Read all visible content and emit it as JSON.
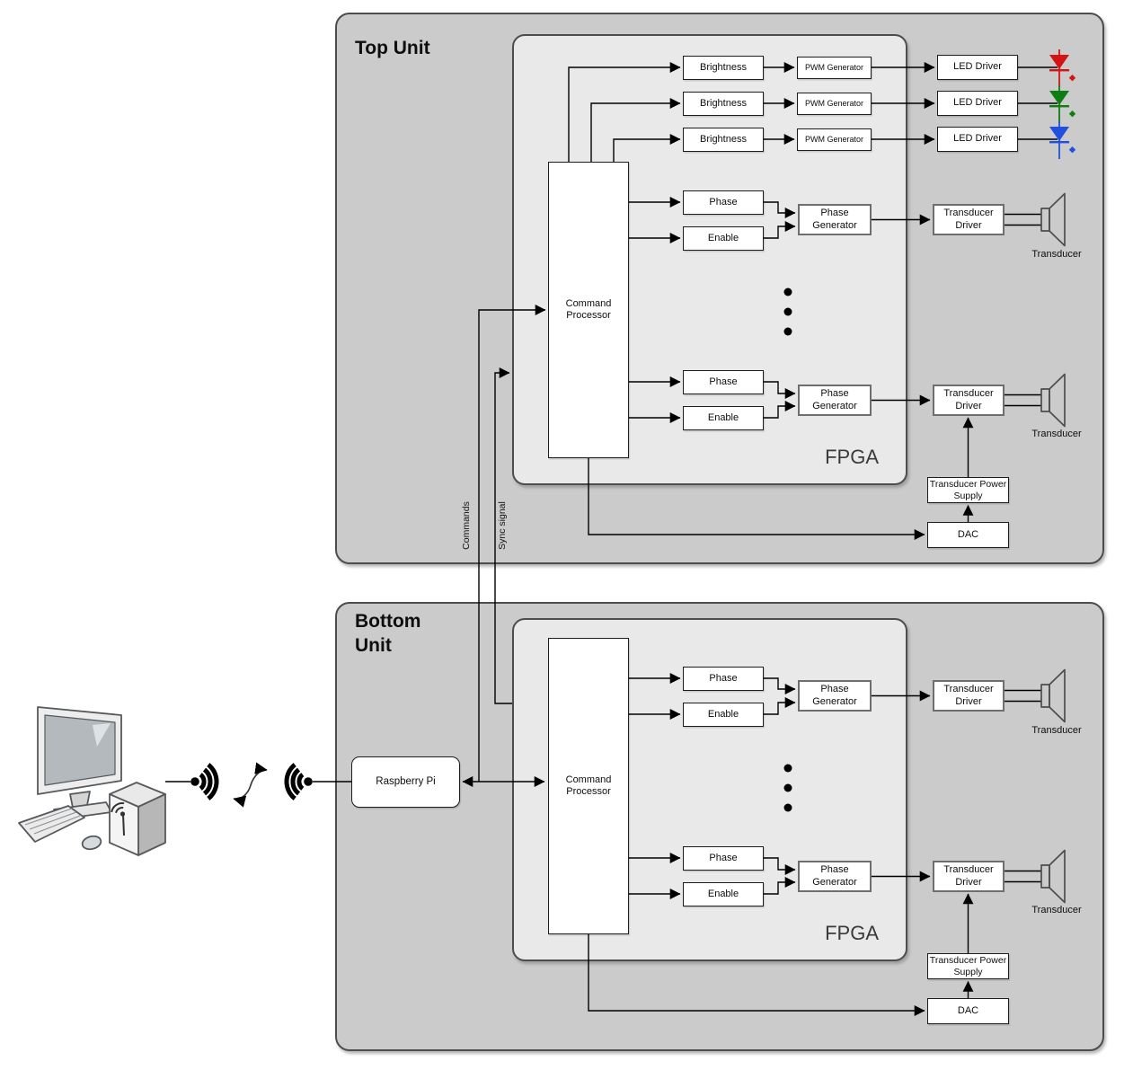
{
  "top_unit": {
    "title": "Top Unit",
    "fpga_label": "FPGA",
    "command_processor_label": "Command Processor",
    "led_channels": [
      {
        "brightness_label": "Brightness",
        "pwm_label": "PWM Generator",
        "driver_label": "LED Driver",
        "led_color": "#d41414",
        "led_name": "red-led"
      },
      {
        "brightness_label": "Brightness",
        "pwm_label": "PWM Generator",
        "driver_label": "LED Driver",
        "led_color": "#0e7d12",
        "led_name": "green-led"
      },
      {
        "brightness_label": "Brightness",
        "pwm_label": "PWM Generator",
        "driver_label": "LED Driver",
        "led_color": "#2150e0",
        "led_name": "blue-led"
      }
    ],
    "transducer_channels": [
      {
        "phase_label": "Phase",
        "enable_label": "Enable",
        "generator_label": "Phase Generator",
        "driver_label": "Transducer Driver",
        "transducer_label": "Transducer"
      },
      {
        "phase_label": "Phase",
        "enable_label": "Enable",
        "generator_label": "Phase Generator",
        "driver_label": "Transducer Driver",
        "transducer_label": "Transducer"
      }
    ],
    "power_supply_label": "Transducer Power Supply",
    "dac_label": "DAC"
  },
  "bottom_unit": {
    "title": "Bottom Unit",
    "fpga_label": "FPGA",
    "command_processor_label": "Command Processor",
    "raspberry_pi_label": "Raspberry Pi",
    "transducer_channels": [
      {
        "phase_label": "Phase",
        "enable_label": "Enable",
        "generator_label": "Phase Generator",
        "driver_label": "Transducer Driver",
        "transducer_label": "Transducer"
      },
      {
        "phase_label": "Phase",
        "enable_label": "Enable",
        "generator_label": "Phase Generator",
        "driver_label": "Transducer Driver",
        "transducer_label": "Transducer"
      }
    ],
    "power_supply_label": "Transducer Power Supply",
    "dac_label": "DAC"
  },
  "bus_labels": {
    "commands": "Commands",
    "sync_signal": "Sync signal"
  }
}
